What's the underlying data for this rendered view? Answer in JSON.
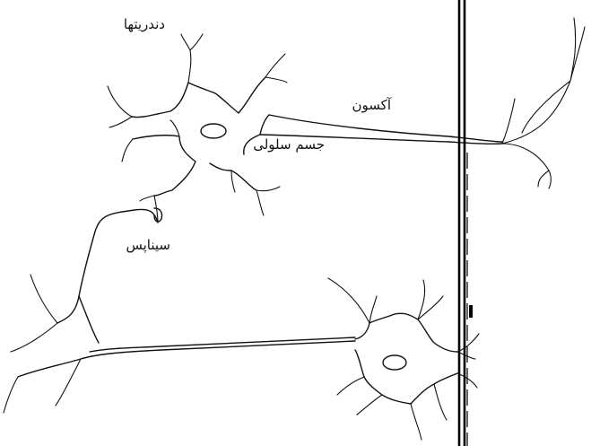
{
  "labels": {
    "dendrites": "دندریتها",
    "axon": "آکسون",
    "cell_body": "جسم سلولی",
    "synapse": "سیناپس"
  },
  "colors": {
    "ink": "#111111",
    "background": "#ffffff"
  }
}
